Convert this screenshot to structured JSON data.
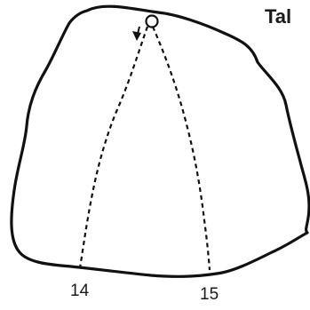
{
  "title_fragment": "Tal",
  "paths": {
    "left_label": "14",
    "right_label": "15"
  },
  "colors": {
    "outline": "#111111",
    "dashed": "#111111",
    "text": "#1a1a1a"
  }
}
